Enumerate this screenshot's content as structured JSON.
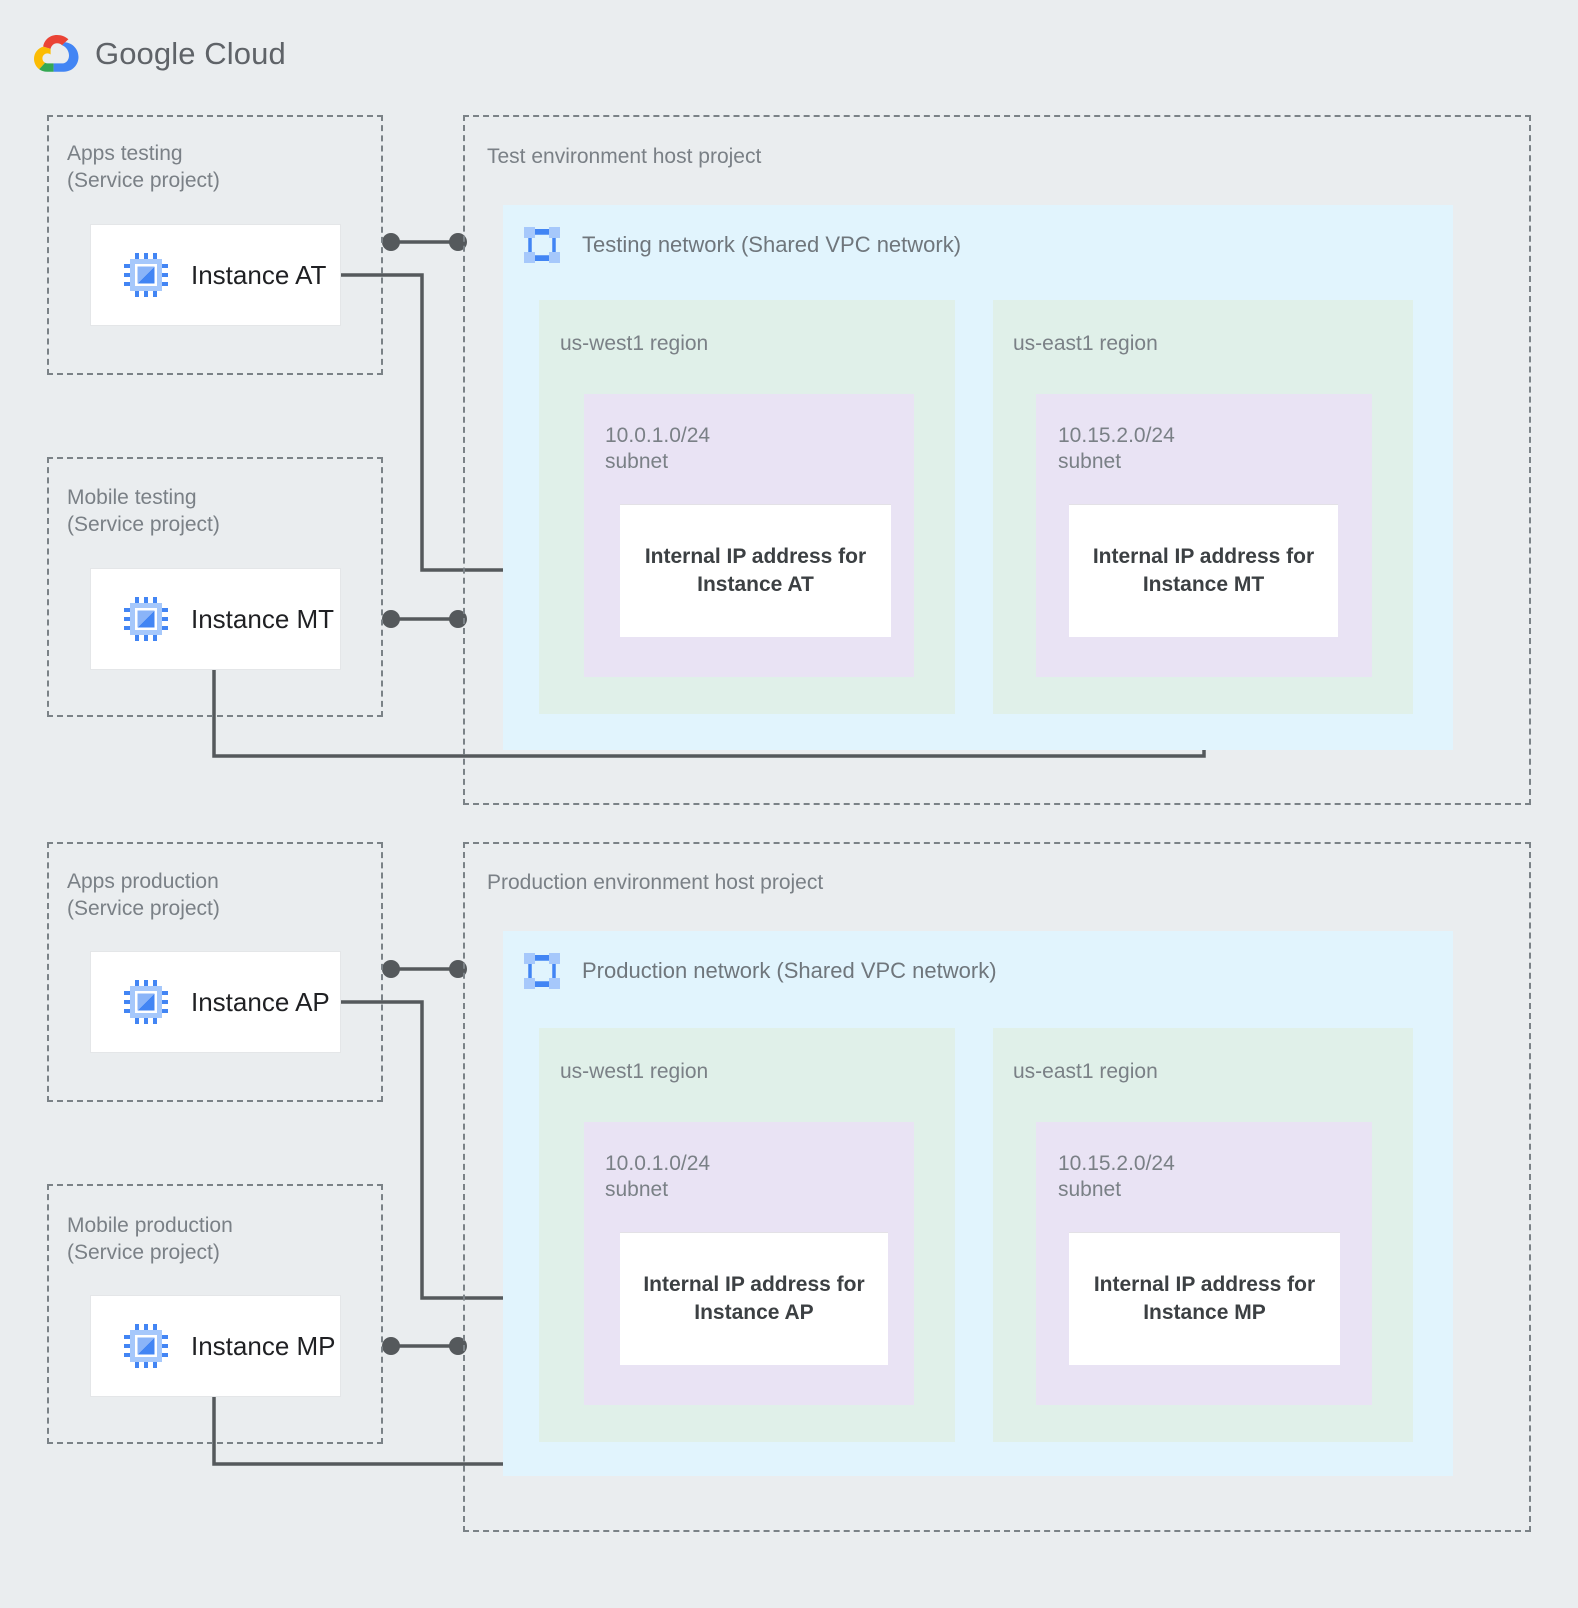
{
  "brand": {
    "name_bold": "Google",
    "name_light": "Cloud",
    "logo_colors": {
      "red": "#ea4335",
      "yellow": "#fbbc04",
      "green": "#34a853",
      "blue": "#4285f4"
    }
  },
  "palette": {
    "page_background": "#eaedef",
    "network_fill": "#e1f4fd",
    "region_fill": "#e0f0e9",
    "subnet_fill": "#e9e3f4",
    "card_fill": "#ffffff",
    "dashed_border": "#7b8287",
    "wire": "#55595c",
    "label_text": "#7a8086",
    "icon_blue": "#4285f4",
    "icon_blue_light": "#a6c8fb"
  },
  "icons": {
    "vm": "vm-instance-icon",
    "network": "vpc-network-icon",
    "logo": "google-cloud-logo"
  },
  "environments": [
    {
      "id": "test",
      "host_project_label": "Test environment host project",
      "network_label": "Testing network (Shared VPC network)",
      "service_projects": [
        {
          "id": "apps-testing",
          "label": "Apps testing\n(Service project)",
          "instance": "Instance AT"
        },
        {
          "id": "mobile-testing",
          "label": "Mobile testing\n(Service project)",
          "instance": "Instance MT"
        }
      ],
      "regions": [
        {
          "id": "us-west1",
          "label": "us-west1 region",
          "subnet": "10.0.1.0/24\nsubnet",
          "ip_card": "Internal IP address for\nInstance AT"
        },
        {
          "id": "us-east1",
          "label": "us-east1 region",
          "subnet": "10.15.2.0/24\nsubnet",
          "ip_card": "Internal IP address for\nInstance MT"
        }
      ]
    },
    {
      "id": "production",
      "host_project_label": "Production environment host project",
      "network_label": "Production network (Shared VPC network)",
      "service_projects": [
        {
          "id": "apps-production",
          "label": "Apps production\n(Service project)",
          "instance": "Instance AP"
        },
        {
          "id": "mobile-production",
          "label": "Mobile production\n(Service project)",
          "instance": "Instance MP"
        }
      ],
      "regions": [
        {
          "id": "us-west1",
          "label": "us-west1 region",
          "subnet": "10.0.1.0/24\nsubnet",
          "ip_card": "Internal IP address for\nInstance AP"
        },
        {
          "id": "us-east1",
          "label": "us-east1 region",
          "subnet": "10.15.2.0/24\nsubnet",
          "ip_card": "Internal IP address for\nInstance MP"
        }
      ]
    }
  ]
}
